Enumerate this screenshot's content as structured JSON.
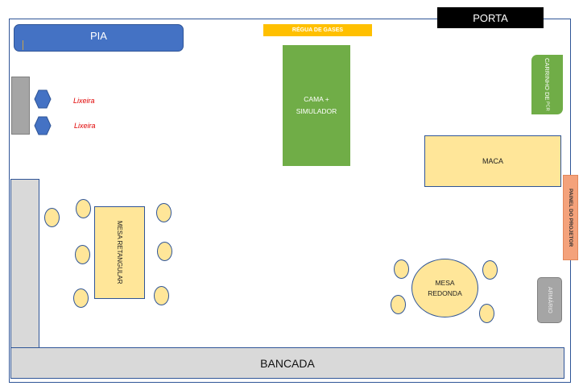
{
  "diagram": {
    "title": "Planta da sala de simulação",
    "labels": {
      "pia": "PIA",
      "regua_gases": "RÉGUA DE GASES",
      "porta": "PORTA",
      "cama_line1": "CAMA +",
      "cama_line2": "SIMULADOR",
      "carrinho": "CARRINHO DE",
      "carrinho_sub": "PCR",
      "maca": "MACA",
      "painel": "PAINEL DO PROJETOR",
      "armario": "ARMÁRIO",
      "lixeira_1": "Lixeira",
      "lixeira_2": "Lixeira",
      "mesa_retangular": "MESA RETANGULAR",
      "mesa_redonda_line1": "MESA",
      "mesa_redonda_line2": "REDONDA",
      "bancada": "BANCADA"
    },
    "chairs": {
      "mesa_retangular_count": 7,
      "mesa_redonda_count": 4
    },
    "colors": {
      "wall": "#2f5597",
      "pia": "#4472c4",
      "regua": "#ffc000",
      "porta": "#000000",
      "green": "#70ad47",
      "furniture": "#ffe699",
      "painel": "#f4a27b",
      "gray": "#a5a5a5",
      "bancada": "#d9d9d9",
      "lixeira_text": "#e00000"
    }
  }
}
